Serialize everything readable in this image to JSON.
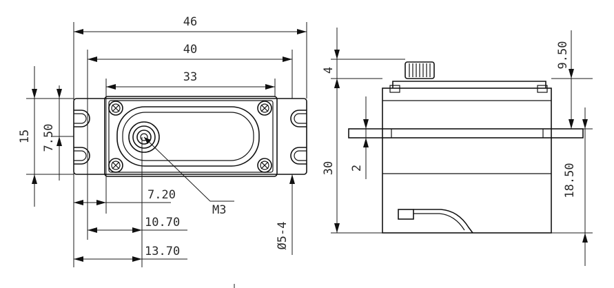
{
  "front_view": {
    "dims": {
      "width_overall": "46",
      "width_holes": "40",
      "width_body": "33",
      "height_flange": "15",
      "height_half": "7.50",
      "offset_1": "7.20",
      "offset_2": "10.70",
      "offset_3": "13.70",
      "screw": "M3",
      "hole_diameter": "Ø5-4"
    }
  },
  "side_view": {
    "dims": {
      "spline_height": "4",
      "top_to_flange": "9.50",
      "body_height": "30",
      "flange_thickness": "2",
      "flange_to_bottom": "18.50"
    }
  },
  "colors": {
    "line": "#111111",
    "text": "#2a2a2a",
    "background": "#ffffff"
  }
}
